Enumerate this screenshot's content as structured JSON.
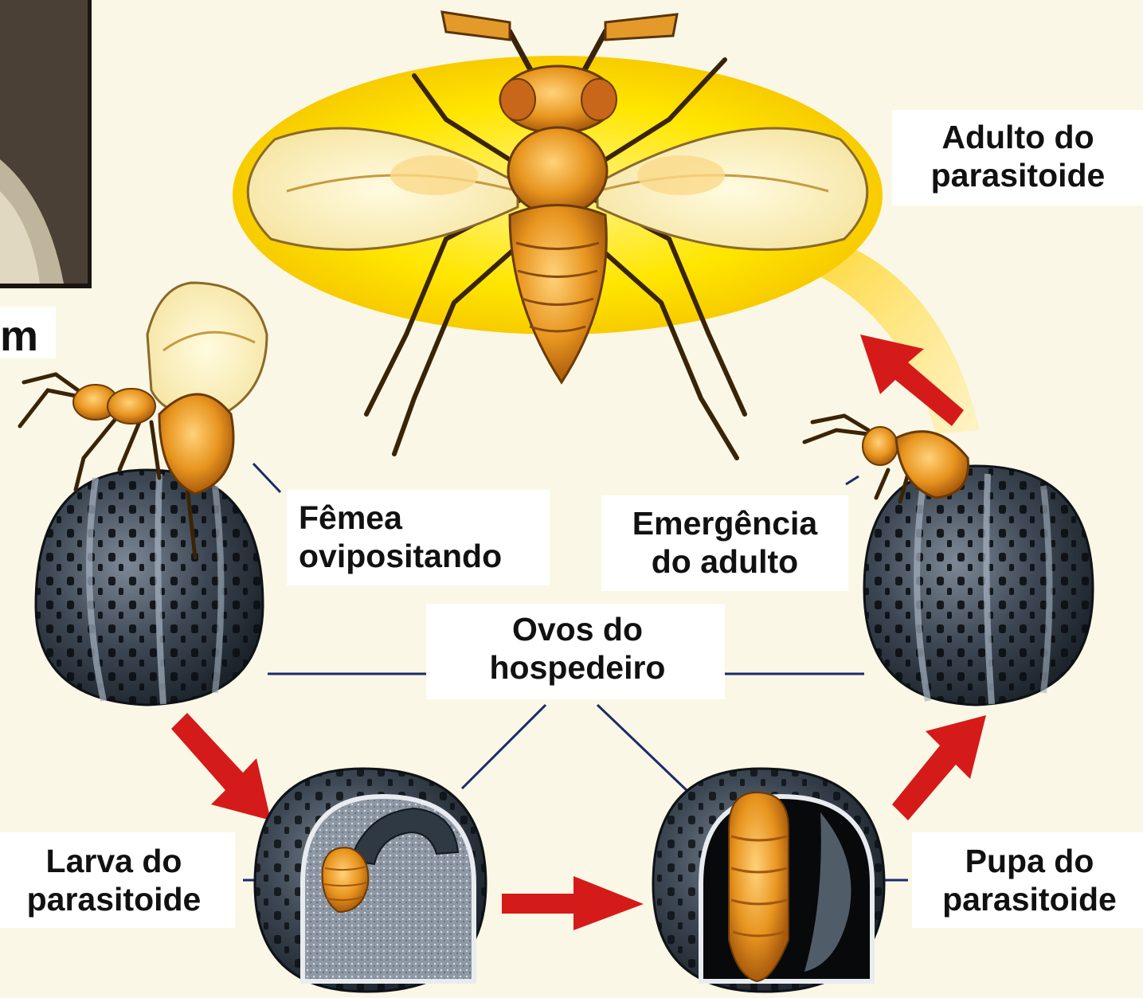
{
  "labels": {
    "adult": [
      "Adulto do",
      "parasitoide"
    ],
    "female": [
      "Fêmea",
      "ovipositando"
    ],
    "emergence": [
      "Emergência",
      "do adulto"
    ],
    "host_eggs": [
      "Ovos do",
      "hospedeiro"
    ],
    "larva": [
      "Larva do",
      "parasitoide"
    ],
    "pupa": [
      "Pupa do",
      "parasitoide"
    ],
    "cropped_fragment": "m"
  },
  "colors": {
    "background": "#fbf7e6",
    "halo": "#ffe100",
    "insect_body": "#e89a22",
    "egg_shell": "#3a4450",
    "arrow": "#d51a1a",
    "leader_line": "#1b2a6b"
  },
  "icons": {
    "adult": "wasp-icon",
    "egg": "host-egg-icon",
    "larva": "larva-icon",
    "pupa": "pupa-icon"
  }
}
